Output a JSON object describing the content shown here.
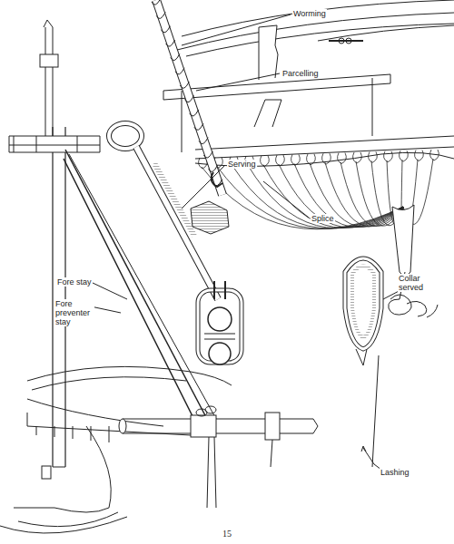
{
  "diagram": {
    "labels": [
      "Worming",
      "Parcelling",
      "Serving",
      "Splice",
      "Fore stay",
      "Fore preventer stay",
      "Collar served",
      "Lashing",
      "15"
    ]
  }
}
